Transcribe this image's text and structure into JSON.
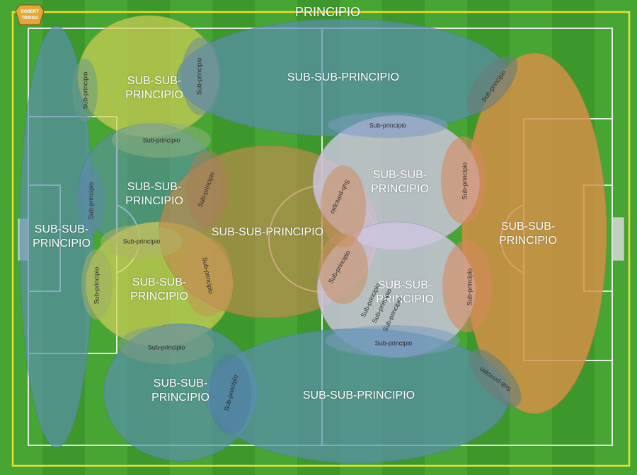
{
  "title": "PRINCIPIO",
  "logo_text": "ROBERT TRIDNO",
  "sub_sub": "SUB-SUB-PRINCIPIO",
  "sub": "Sub-principio",
  "colors": {
    "frame": "#e9e02c",
    "blue": "#5a8fb0",
    "yellow": "#cfcf55",
    "orange": "#d89048",
    "lavender": "#cec6e0",
    "overlap": "#c08a4e"
  }
}
